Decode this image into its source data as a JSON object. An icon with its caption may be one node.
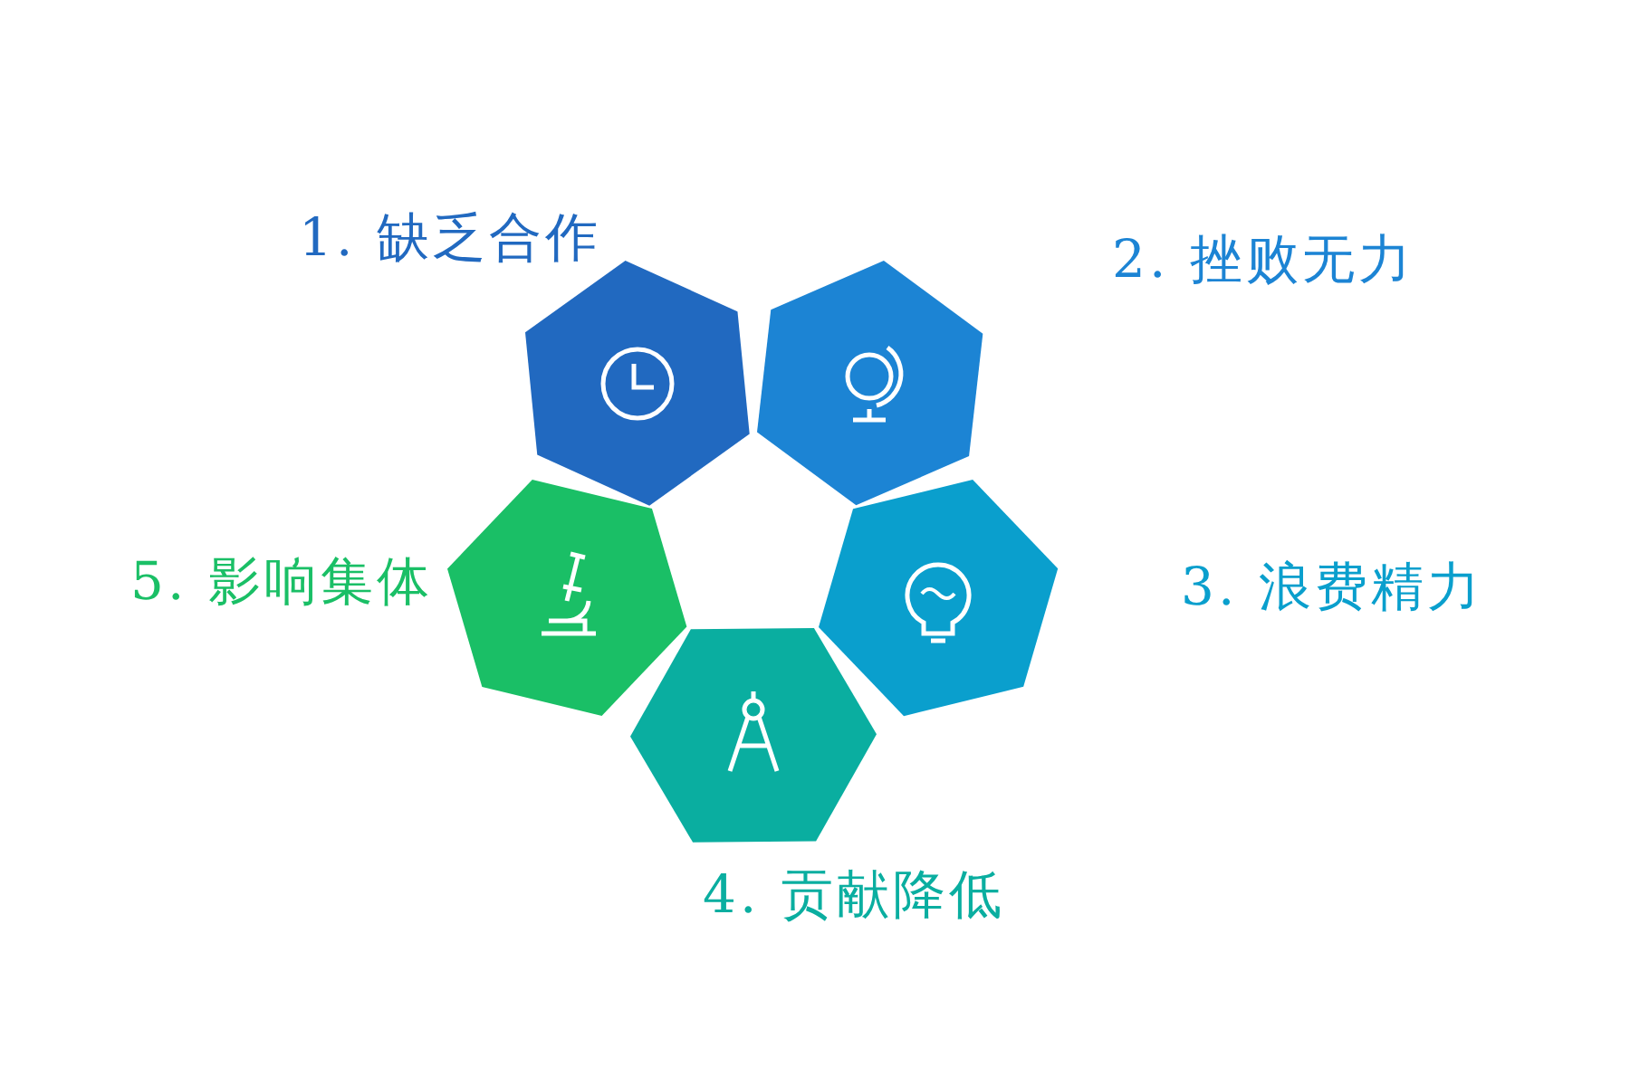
{
  "diagram": {
    "nodes": [
      {
        "text": [
          "1. 缺乏合作"
        ]
      },
      {
        "text": [
          "2. 挫败无力"
        ]
      },
      {
        "text": [
          "3. 浪费精力"
        ]
      },
      {
        "text": [
          "4. 贡献降低"
        ]
      },
      {
        "text": [
          "5. 影响集体"
        ]
      }
    ]
  }
}
